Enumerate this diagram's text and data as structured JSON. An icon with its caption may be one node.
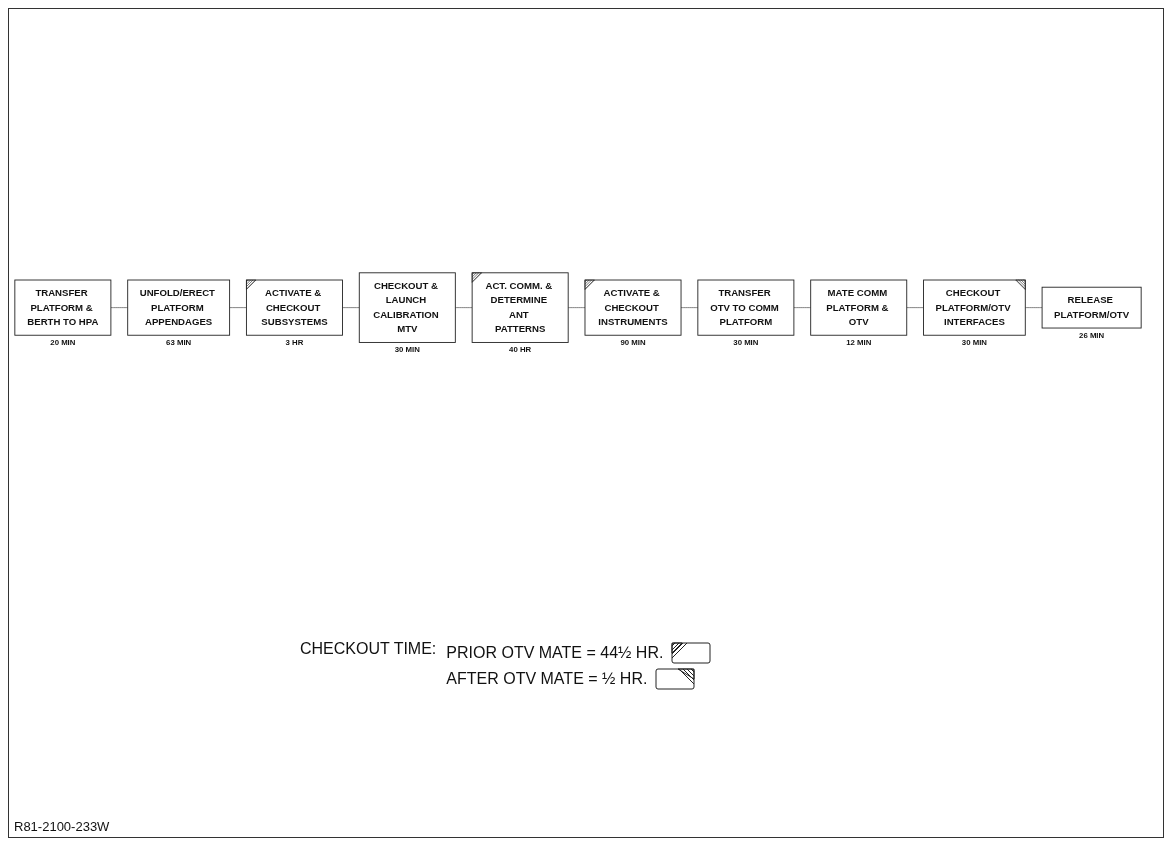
{
  "diagram": {
    "nodes": [
      {
        "text": [
          "TRANSFER PLATFORM & BERTH TO HPA"
        ],
        "beside": [
          "20 MIN"
        ]
      },
      {
        "text": [
          "UNFOLD/ERECT PLATFORM APPENDAGES"
        ],
        "beside": [
          "63 MIN"
        ]
      },
      {
        "text": [
          "ACTIVATE & CHECKOUT SUBSYSTEMS"
        ],
        "beside": [
          "3 HR"
        ]
      },
      {
        "text": [
          "CHECKOUT & LAUNCH CALIBRATION MTV"
        ],
        "beside": [
          "30 MIN"
        ]
      },
      {
        "text": [
          "ACT. COMM. & DETERMINE ANT PATTERNS"
        ],
        "beside": [
          "40 HR"
        ]
      },
      {
        "text": [
          "ACTIVATE & CHECKOUT INSTRUMENTS"
        ],
        "beside": [
          "90 MIN"
        ]
      },
      {
        "text": [
          "TRANSFER OTV TO COMM PLATFORM"
        ],
        "beside": [
          "30 MIN"
        ]
      },
      {
        "text": [
          "MATE COMM PLATFORM & OTV"
        ],
        "beside": [
          "12 MIN"
        ]
      },
      {
        "text": [
          "CHECKOUT PLATFORM/OTV INTERFACES"
        ],
        "beside": [
          "30 MIN"
        ]
      },
      {
        "text": [
          "RELEASE PLATFORM/OTV"
        ],
        "beside": [
          "26 MIN"
        ]
      }
    ],
    "edges": [
      {
        "from": 0,
        "to": 1,
        "arrow": "none"
      },
      {
        "from": 1,
        "to": 2,
        "arrow": "none"
      },
      {
        "from": 2,
        "to": 3,
        "arrow": "none"
      },
      {
        "from": 3,
        "to": 4,
        "arrow": "none"
      },
      {
        "from": 4,
        "to": 5,
        "arrow": "none"
      },
      {
        "from": 5,
        "to": 6,
        "arrow": "none"
      },
      {
        "from": 6,
        "to": 7,
        "arrow": "none"
      },
      {
        "from": 7,
        "to": 8,
        "arrow": "none"
      },
      {
        "from": 8,
        "to": 9,
        "arrow": "none"
      }
    ],
    "labels": [
      "CHECKOUT TIME:",
      "R81-2100-233W"
    ],
    "legend": [
      {
        "text": "PRIOR OTV MATE = 44½ HR."
      },
      {
        "text": "AFTER OTV MATE = ½ HR."
      }
    ]
  }
}
